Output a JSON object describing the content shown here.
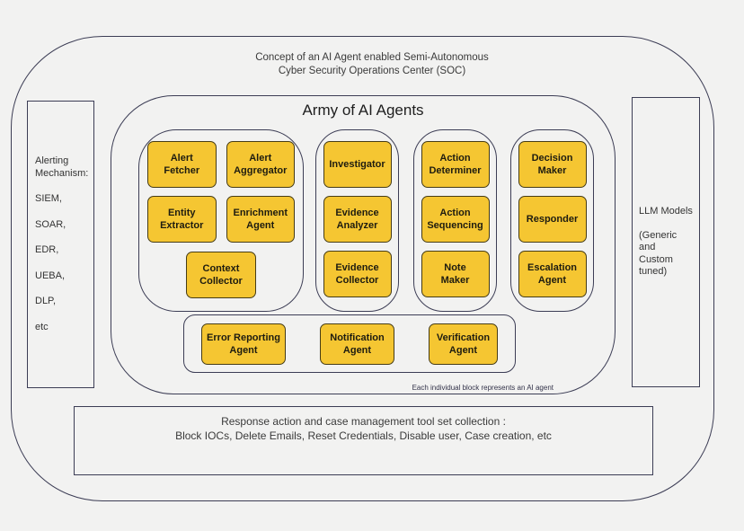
{
  "diagram": {
    "title_line1": "Concept of an AI Agent enabled Semi-Autonomous",
    "title_line2": "Cyber Security Operations Center (SOC)"
  },
  "alerting": {
    "lines": [
      "Alerting\nMechanism:",
      "SIEM,",
      "SOAR,",
      "EDR,",
      "UEBA,",
      "DLP,",
      "etc"
    ]
  },
  "llm": {
    "line1": "LLM Models",
    "line2": "(Generic\nand\nCustom\ntuned)"
  },
  "army": {
    "title": "Army of AI Agents",
    "footnote": "Each individual block represents an AI agent",
    "groups": [
      {
        "agents": [
          "Alert\nFetcher",
          "Alert\nAggregator",
          "Entity\nExtractor",
          "Enrichment\nAgent",
          "Context\nCollector"
        ]
      },
      {
        "agents": [
          "Investigator",
          "Evidence\nAnalyzer",
          "Evidence\nCollector"
        ]
      },
      {
        "agents": [
          "Action\nDeterminer",
          "Action\nSequencing",
          "Note\nMaker"
        ]
      },
      {
        "agents": [
          "Decision\nMaker",
          "Responder",
          "Escalation\nAgent"
        ]
      }
    ],
    "bottom_row": [
      "Error Reporting\nAgent",
      "Notification\nAgent",
      "Verification\nAgent"
    ]
  },
  "response_tools": {
    "line1": "Response action and case management tool set collection :",
    "line2": "Block IOCs, Delete Emails, Reset Credentials, Disable user, Case creation, etc"
  },
  "colors": {
    "background": "#f2f2f1",
    "line": "#3c3d55",
    "agent_fill": "#f5c632",
    "agent_border": "#463c16",
    "agent_text": "#1e1c10"
  }
}
